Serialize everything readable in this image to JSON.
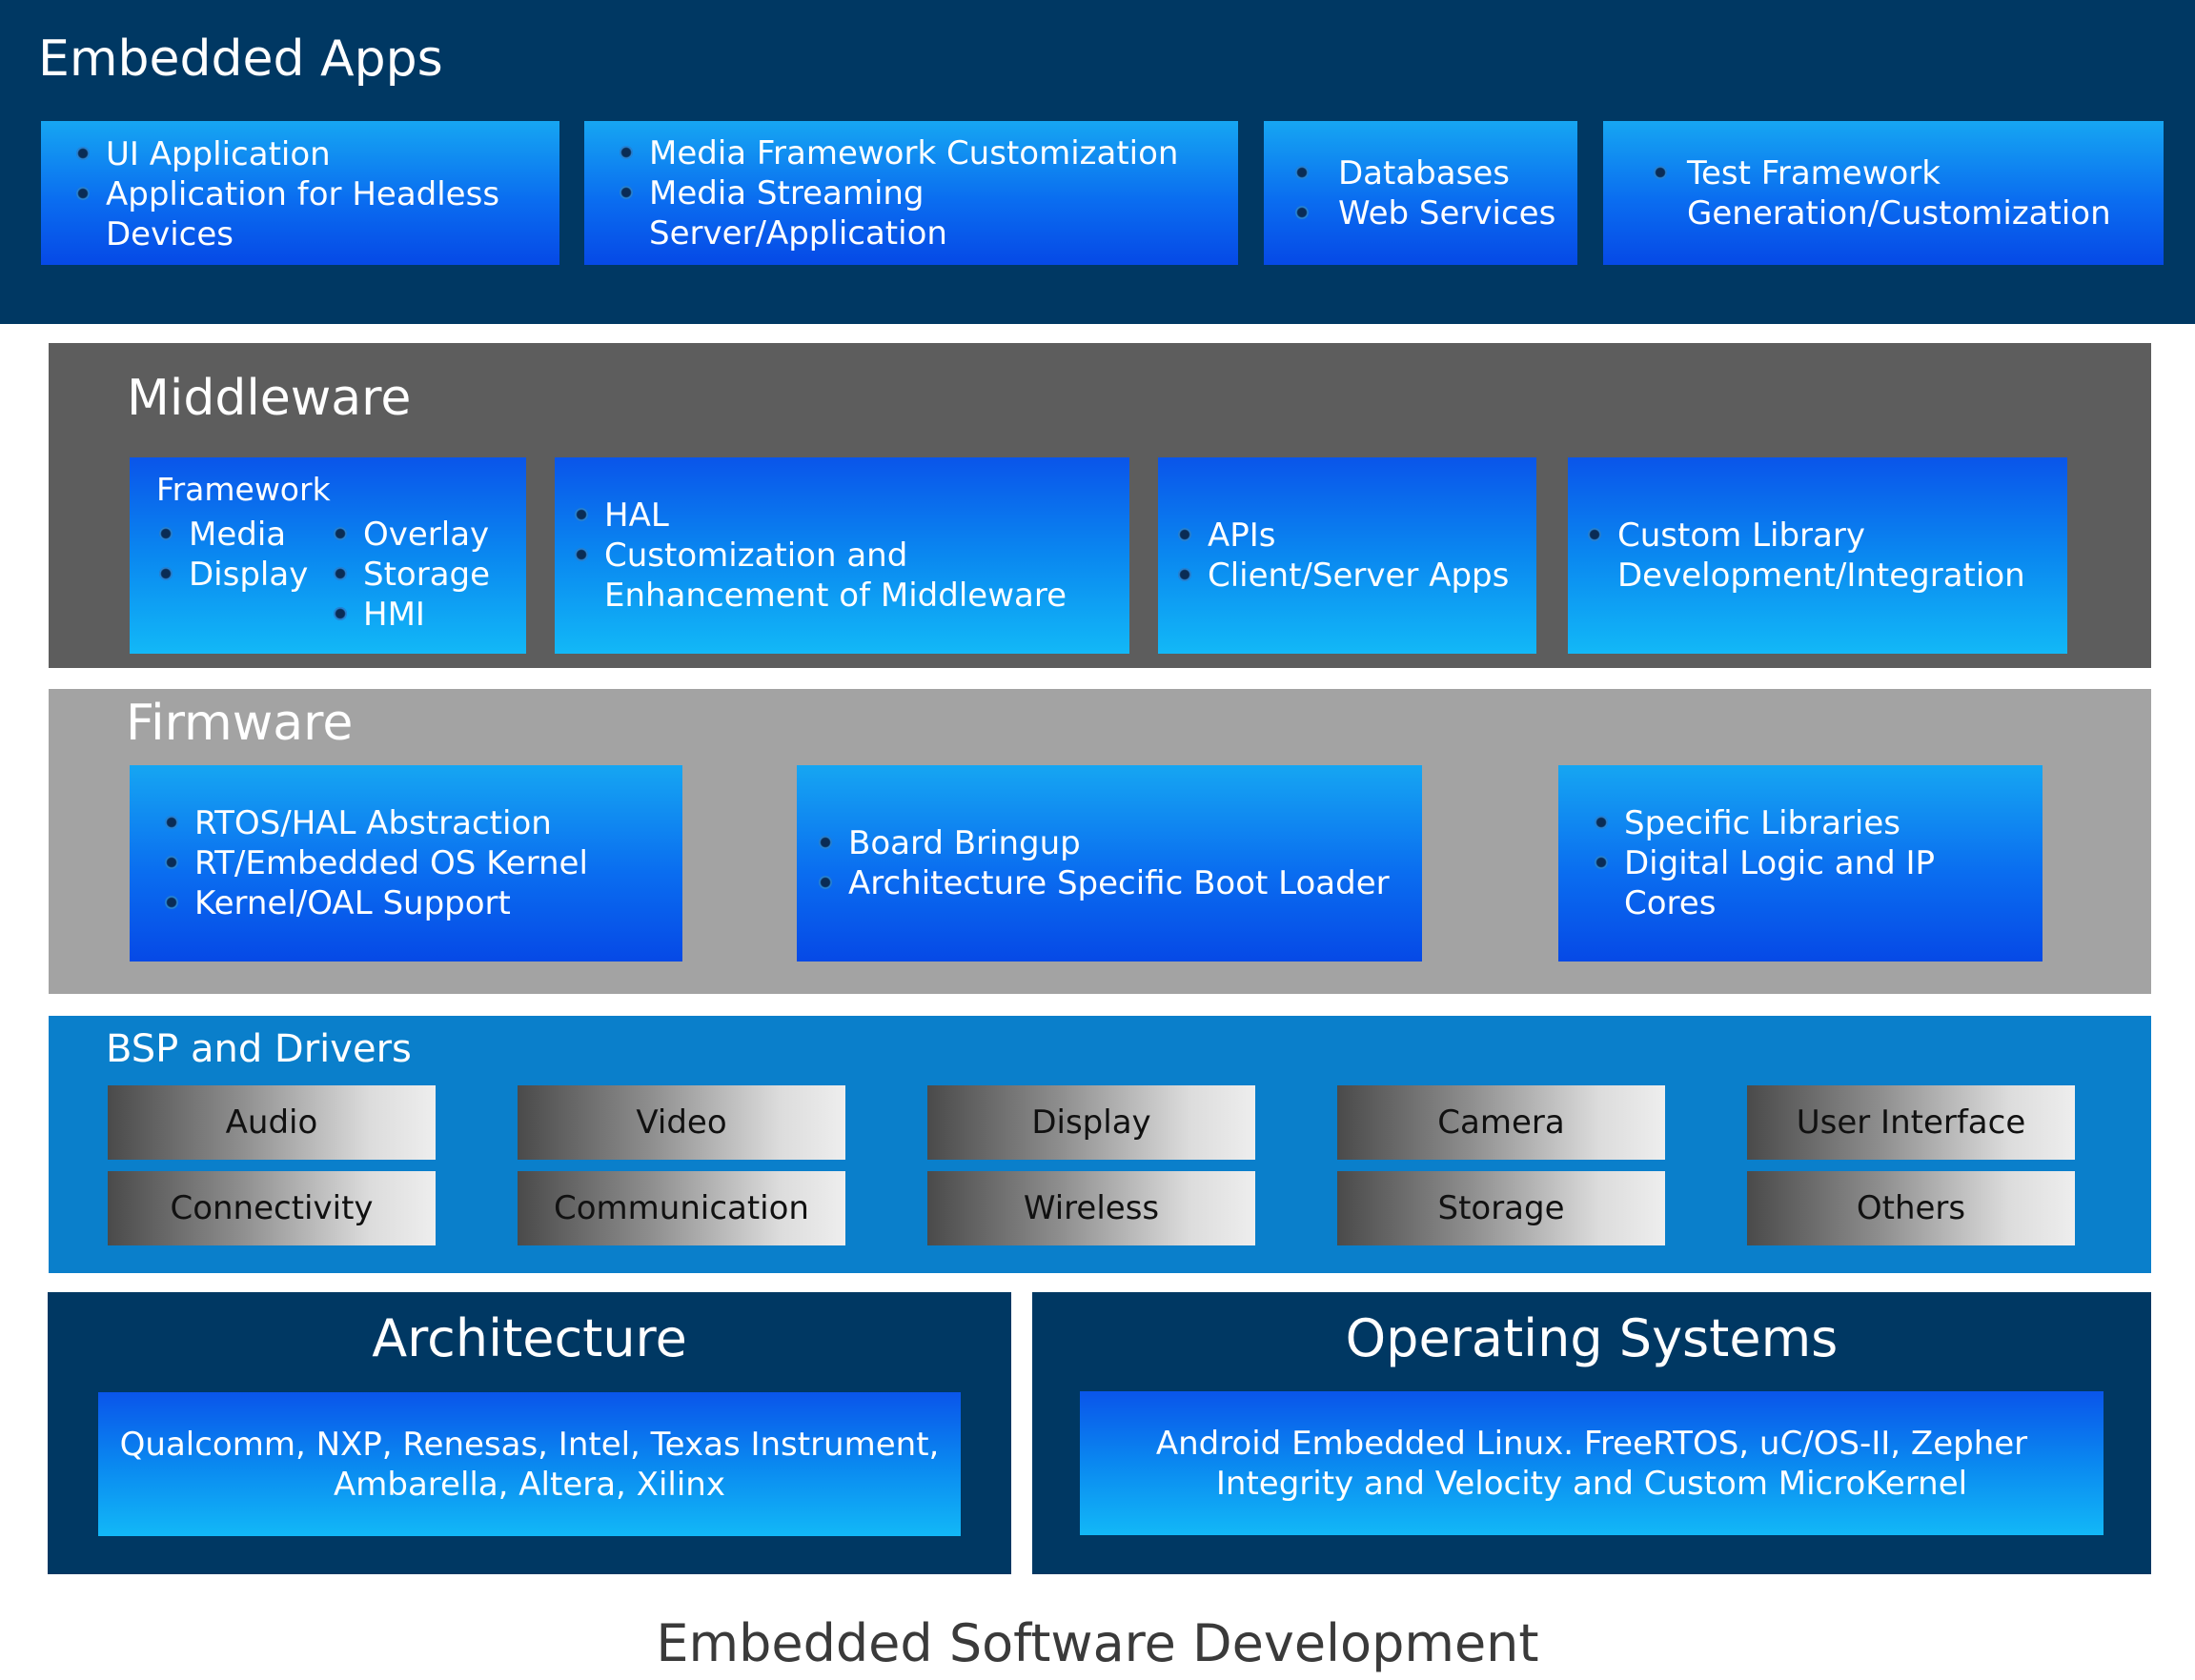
{
  "embedded_apps": {
    "title": "Embedded Apps",
    "boxes": [
      {
        "items": [
          "UI Application",
          "Application for Headless Devices"
        ]
      },
      {
        "items": [
          "Media Framework Customization",
          "Media Streaming Server/Application"
        ]
      },
      {
        "items": [
          "Databases",
          "Web Services"
        ]
      },
      {
        "items": [
          "Test Framework Generation/Customization"
        ]
      }
    ]
  },
  "middleware": {
    "title": "Middleware",
    "framework": {
      "heading": "Framework",
      "left_items": [
        "Media",
        "Display"
      ],
      "right_items": [
        "Overlay",
        "Storage",
        "HMI"
      ]
    },
    "boxes": [
      {
        "items": [
          "HAL",
          "Customization and Enhancement of Middleware"
        ]
      },
      {
        "items": [
          "APIs",
          "Client/Server Apps"
        ]
      },
      {
        "items": [
          "Custom Library Development/Integration"
        ]
      }
    ]
  },
  "firmware": {
    "title": "Firmware",
    "boxes": [
      {
        "items": [
          "RTOS/HAL Abstraction",
          "RT/Embedded OS Kernel",
          "Kernel/OAL Support"
        ]
      },
      {
        "items": [
          "Board Bringup",
          "Architecture Specific Boot Loader"
        ]
      },
      {
        "items": [
          "Specific Libraries",
          "Digital Logic and IP Cores"
        ]
      }
    ]
  },
  "bsp": {
    "title": "BSP and Drivers",
    "row1": [
      "Audio",
      "Video",
      "Display",
      "Camera",
      "User Interface"
    ],
    "row2": [
      "Connectivity",
      "Communication",
      "Wireless",
      "Storage",
      "Others"
    ]
  },
  "architecture": {
    "title": "Architecture",
    "lines": [
      "Qualcomm, NXP, Renesas, Intel, Texas Instrument,",
      "Ambarella, Altera, Xilinx"
    ]
  },
  "operating_systems": {
    "title": "Operating Systems",
    "lines": [
      "Android Embedded Linux. FreeRTOS, uC/OS-II, Zepher",
      "Integrity and Velocity and Custom MicroKernel"
    ]
  },
  "footer": {
    "caption": "Embedded Software Development"
  },
  "colors": {
    "navy": "#003863",
    "middleware_gray": "#5d5d5d",
    "firmware_gray": "#a3a3a3",
    "bsp_blue": "#0a7fcb",
    "box_blue_dark": "#0649e6",
    "box_blue_light": "#16a6f2"
  }
}
